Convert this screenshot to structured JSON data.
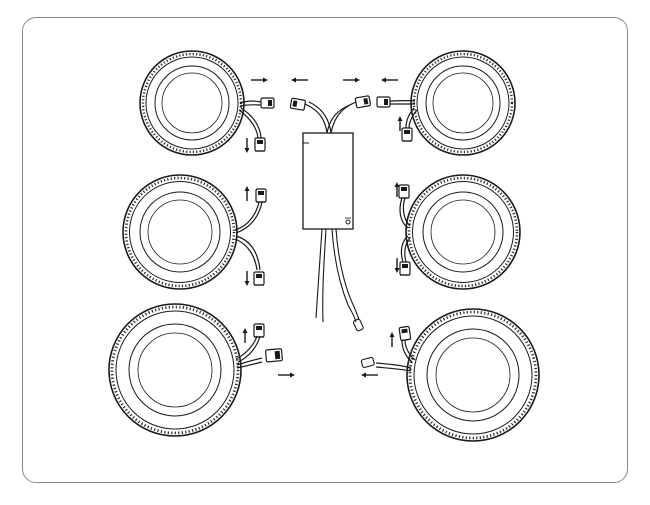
{
  "diagram": {
    "type": "assembly-illustration",
    "lights": [
      {
        "id": "top-left"
      },
      {
        "id": "top-right"
      },
      {
        "id": "middle-left"
      },
      {
        "id": "middle-right"
      },
      {
        "id": "bottom-left"
      },
      {
        "id": "bottom-right"
      }
    ],
    "parts": [
      "recessed-light",
      "wire-lead",
      "connector-plug",
      "driver-box",
      "power-cable",
      "direction-arrow"
    ],
    "colors": {
      "line": "#1a1a1a",
      "border": "#8a8a8a",
      "background": "#ffffff"
    }
  }
}
